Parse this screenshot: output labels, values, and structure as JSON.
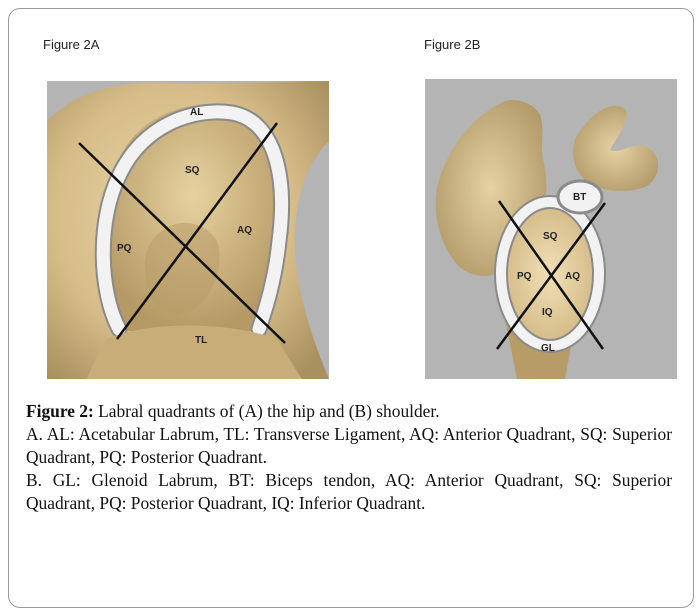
{
  "figure_a": {
    "title": "Figure 2A",
    "labels": {
      "al": "AL",
      "sq": "SQ",
      "pq": "PQ",
      "aq": "AQ",
      "tl": "TL"
    }
  },
  "figure_b": {
    "title": "Figure 2B",
    "labels": {
      "bt": "BT",
      "sq": "SQ",
      "pq": "PQ",
      "aq": "AQ",
      "iq": "IQ",
      "gl": "GL"
    }
  },
  "caption": {
    "lead": "Figure 2:",
    "text": " Labral quadrants of (A) the hip and (B) shoulder.",
    "line_a": "A. AL: Acetabular Labrum, TL: Transverse Ligament, AQ: Anterior Quadrant, SQ: Superior Quadrant, PQ: Posterior Quadrant.",
    "line_b": "B. GL: Glenoid Labrum, BT: Biceps tendon, AQ: Anterior Quadrant, SQ: Superior Quadrant, PQ: Posterior Quadrant, IQ: Inferior Quadrant."
  },
  "colors": {
    "bone": "#dcc594",
    "bone_shadow": "#a8905f",
    "labrum": "#f2f2f2",
    "background": "#b4b4b4"
  }
}
